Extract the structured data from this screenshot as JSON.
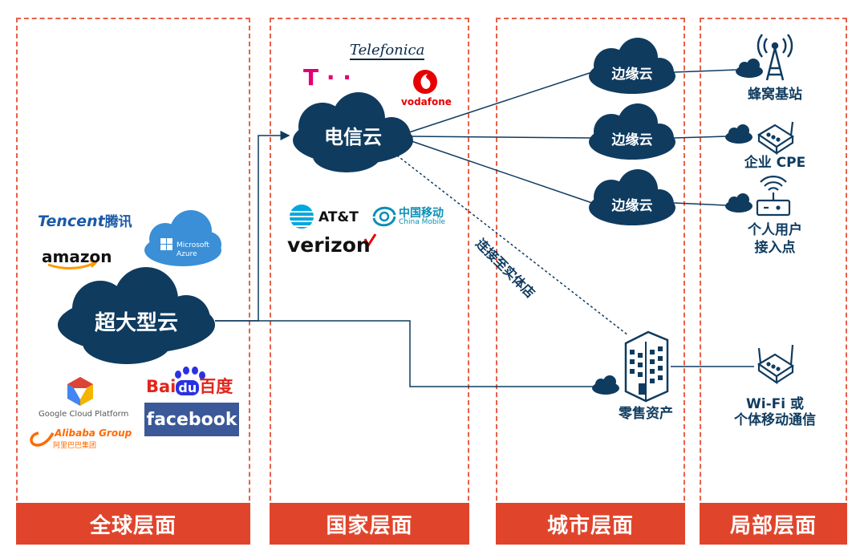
{
  "columns": {
    "global": "全球层面",
    "national": "国家层面",
    "city": "城市层面",
    "local": "局部层面"
  },
  "clouds": {
    "hyperscale": "超大型云",
    "telecom": "电信云",
    "edge": [
      "边缘云",
      "边缘云",
      "边缘云"
    ]
  },
  "nodes": {
    "cell_site": "蜂窝基站",
    "enterprise_cpe": "企业 CPE",
    "personal_access_line1": "个人用户",
    "personal_access_line2": "接入点",
    "retail_assets": "零售资产",
    "wifi_line1": "Wi-Fi 或",
    "wifi_line2": "个体移动通信"
  },
  "links": {
    "to_store": "连接至实体店"
  },
  "logos": {
    "tencent_en": "Tencent",
    "tencent_cn": "腾讯",
    "amazon": "amazon",
    "azure_line1": "Microsoft",
    "azure_line2": "Azure",
    "google_cloud": "Google Cloud Platform",
    "baidu_bai": "Bai",
    "baidu_du": "du",
    "baidu_cn": "百度",
    "facebook": "facebook",
    "alibaba_en": "Alibaba Group",
    "alibaba_cn": "阿里巴巴集团",
    "telefonica": "Telefonica",
    "tmobile": "T · ·",
    "vodafone": "vodafone",
    "att": "AT&T",
    "china_mobile_cn": "中国移动",
    "china_mobile_en": "China Mobile",
    "verizon": "verizon"
  },
  "colors": {
    "navy": "#0f3b5f",
    "orange": "#e0452c",
    "magenta": "#e20074",
    "vodafone_red": "#e60000",
    "facebook_blue": "#3b5998",
    "azure_blue": "#3a8fd6",
    "att_blue": "#00a8e0",
    "china_mobile_teal": "#0a8fb5",
    "baidu_red": "#e1251b",
    "baidu_blue": "#2932e1",
    "alibaba_orange": "#ff6a00"
  }
}
